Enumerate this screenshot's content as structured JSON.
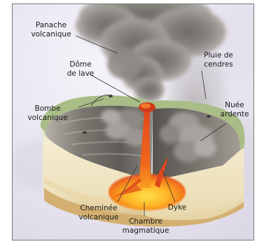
{
  "labels": {
    "panache": "Panache\nvolcanique",
    "pluie": "Pluie de\ncendres",
    "dome": "Dôme\nde lave",
    "bombe": "Bombe\nvolcanique",
    "nuee": "Nuée\nardente",
    "cheminee": "Cheminée\nvolcanique",
    "dyke": "Dyke",
    "chambre": "Chambre\nmagmatique"
  },
  "colors": {
    "background": "#ece9f4",
    "plume": "#8a8682",
    "ground_top": "#b9c79a",
    "ground_side": "#f0e7c8",
    "ground_base": "#cda56b",
    "crater_wall": "#6a6863",
    "magma_light": "#ffd23a",
    "magma_mid": "#f59a1a",
    "magma_dark": "#d8401b"
  }
}
